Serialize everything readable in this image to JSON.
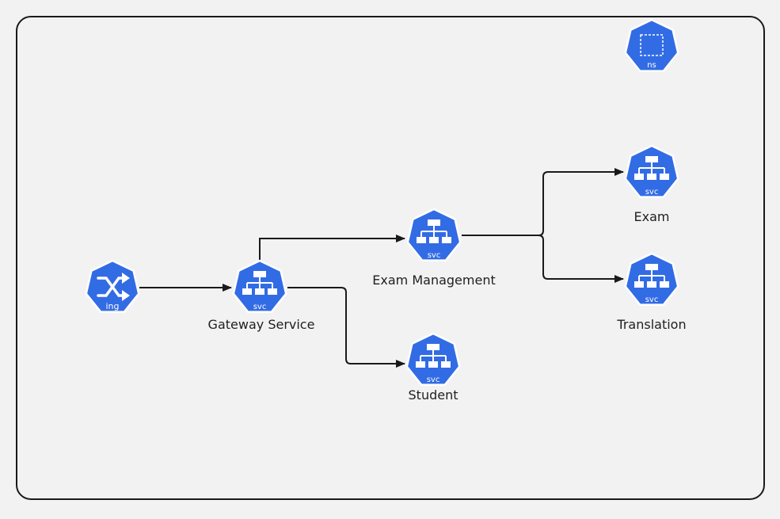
{
  "nodes": {
    "ingress": {
      "badge": "ing",
      "label": ""
    },
    "gateway": {
      "badge": "svc",
      "label": "Gateway Service"
    },
    "exam_mgmt": {
      "badge": "svc",
      "label": "Exam Management"
    },
    "student": {
      "badge": "svc",
      "label": "Student"
    },
    "exam": {
      "badge": "svc",
      "label": "Exam"
    },
    "translation": {
      "badge": "svc",
      "label": "Translation"
    },
    "namespace": {
      "badge": "ns",
      "label": ""
    }
  },
  "edges": [
    {
      "from": "ingress",
      "to": "gateway"
    },
    {
      "from": "gateway",
      "to": "exam_mgmt"
    },
    {
      "from": "gateway",
      "to": "student"
    },
    {
      "from": "exam_mgmt",
      "to": "exam"
    },
    {
      "from": "exam_mgmt",
      "to": "translation"
    }
  ],
  "colors": {
    "icon_fill": "#326ce5",
    "icon_stroke": "#ffffff",
    "edge": "#1a1a1a",
    "frame": "#1a1a1a",
    "background": "#f2f2f2"
  },
  "icons": {
    "ingress": "kubernetes-ingress-icon",
    "service": "kubernetes-service-icon",
    "namespace": "kubernetes-namespace-icon"
  }
}
